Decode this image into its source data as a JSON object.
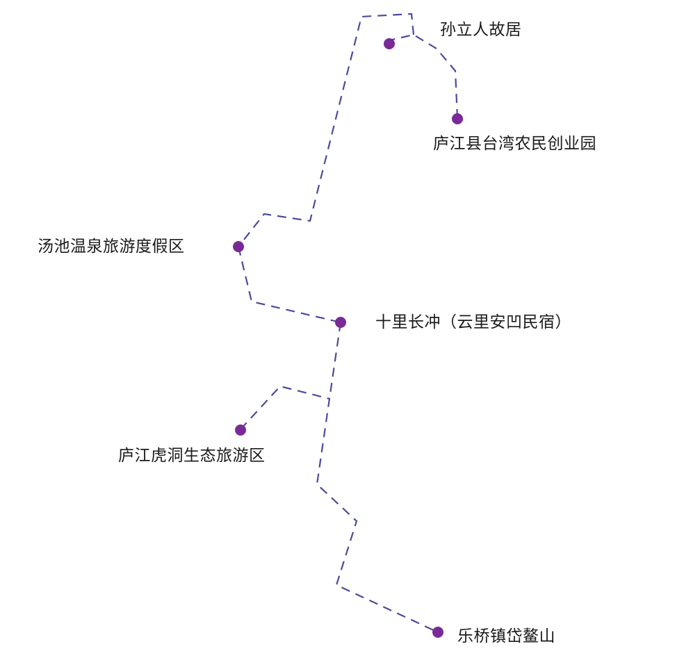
{
  "colors": {
    "route": "#4a4a9c",
    "dot": "#7a2a96",
    "label": "#1a1a1a",
    "background": "#ffffff"
  },
  "pois": {
    "sunliren": "孙立人故居",
    "taiwan_park": "庐江县台湾农民创业园",
    "tangchi": "汤池温泉旅游度假区",
    "shilichangchong": "十里长冲（云里安凹民宿）",
    "hudong": "庐江虎洞生态旅游区",
    "daiao": "乐桥镇岱鳌山"
  }
}
